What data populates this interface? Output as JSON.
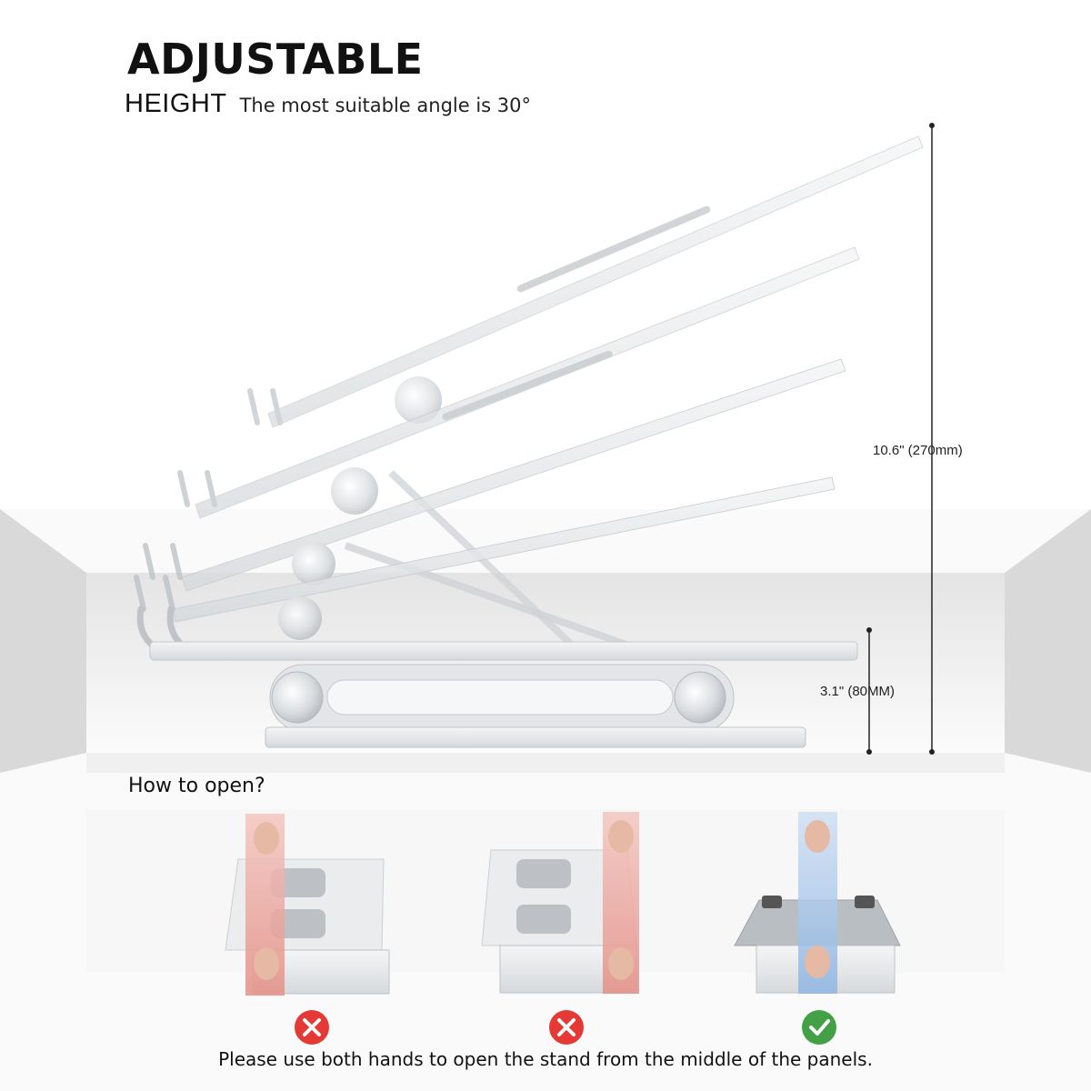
{
  "header": {
    "title": "ADJUSTABLE",
    "subtitle_word": "HEIGHT",
    "subtitle_note": "The most suitable angle is 30°"
  },
  "dimensions": {
    "total_height": "10.6\" (270mm)",
    "base_height": "3.1\" (80MM)"
  },
  "how_to": {
    "title": "How to open?",
    "steps": [
      {
        "status": "wrong",
        "icon": "cross-icon",
        "hand_position": "edge-left"
      },
      {
        "status": "wrong",
        "icon": "cross-icon",
        "hand_position": "edge-right"
      },
      {
        "status": "correct",
        "icon": "check-icon",
        "hand_position": "middle"
      }
    ],
    "instruction": "Please use both hands to open the stand from the middle of the panels."
  },
  "colors": {
    "wrong": "#e53935",
    "correct": "#43a047",
    "wrong_highlight": "#f0a9a0",
    "correct_highlight": "#9cc3ee",
    "aluminum": "#d9dcdf"
  }
}
